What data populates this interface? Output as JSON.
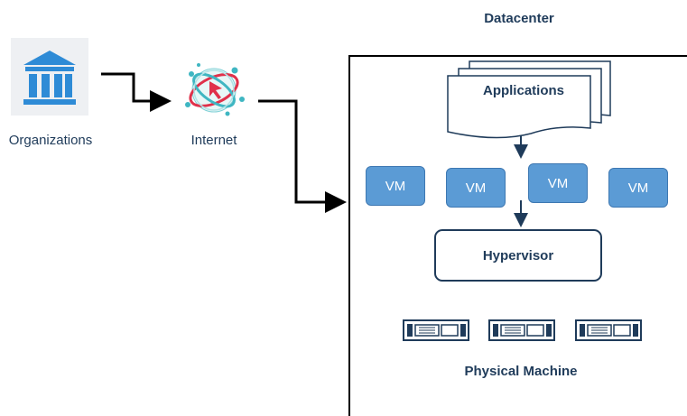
{
  "organizations": {
    "label": "Organizations",
    "icon": "bank-building-icon",
    "icon_color": "#2e8bd6"
  },
  "internet": {
    "label": "Internet",
    "icon": "globe-network-icon"
  },
  "datacenter": {
    "title": "Datacenter",
    "applications_label": "Applications",
    "vms": [
      "VM",
      "VM",
      "VM",
      "VM"
    ],
    "hypervisor_label": "Hypervisor",
    "physical_machine_label": "Physical Machine",
    "servers": [
      "server-icon",
      "server-icon",
      "server-icon"
    ]
  },
  "colors": {
    "vm_fill": "#5b9bd5",
    "text": "#1f3b5a"
  }
}
